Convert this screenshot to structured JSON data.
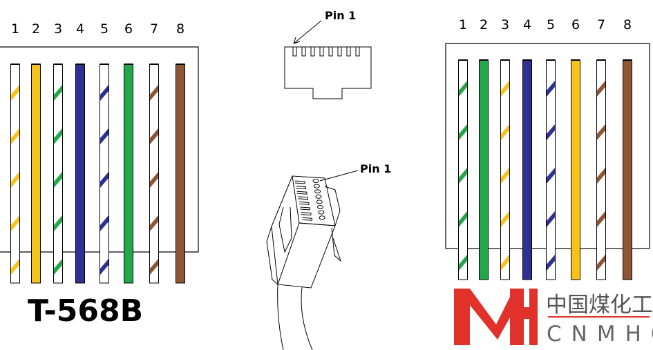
{
  "left": {
    "standard_label": "T-568B",
    "pin_numbers": [
      "1",
      "2",
      "3",
      "4",
      "5",
      "6",
      "7",
      "8"
    ],
    "wires": [
      {
        "base": "#ffffff",
        "stripe": "#f6c21c"
      },
      {
        "base": "#f6c21c",
        "stripe": null
      },
      {
        "base": "#ffffff",
        "stripe": "#22a84a"
      },
      {
        "base": "#2e3192",
        "stripe": null
      },
      {
        "base": "#ffffff",
        "stripe": "#2e3192"
      },
      {
        "base": "#22a84a",
        "stripe": null
      },
      {
        "base": "#ffffff",
        "stripe": "#8e5637"
      },
      {
        "base": "#8e5637",
        "stripe": null
      }
    ]
  },
  "right": {
    "pin_numbers": [
      "1",
      "2",
      "3",
      "4",
      "5",
      "6",
      "7",
      "8"
    ],
    "wires": [
      {
        "base": "#ffffff",
        "stripe": "#22a84a"
      },
      {
        "base": "#22a84a",
        "stripe": null
      },
      {
        "base": "#ffffff",
        "stripe": "#f6c21c"
      },
      {
        "base": "#2e3192",
        "stripe": null
      },
      {
        "base": "#ffffff",
        "stripe": "#2e3192"
      },
      {
        "base": "#f6c21c",
        "stripe": null
      },
      {
        "base": "#ffffff",
        "stripe": "#8e5637"
      },
      {
        "base": "#8e5637",
        "stripe": null
      }
    ]
  },
  "center": {
    "pin_label_top": "Pin 1",
    "pin_label_plug": "Pin 1"
  },
  "watermark": {
    "letters": "MH",
    "chinese": "中国煤化工",
    "english": "CNMHG",
    "color": "#e0312b"
  }
}
